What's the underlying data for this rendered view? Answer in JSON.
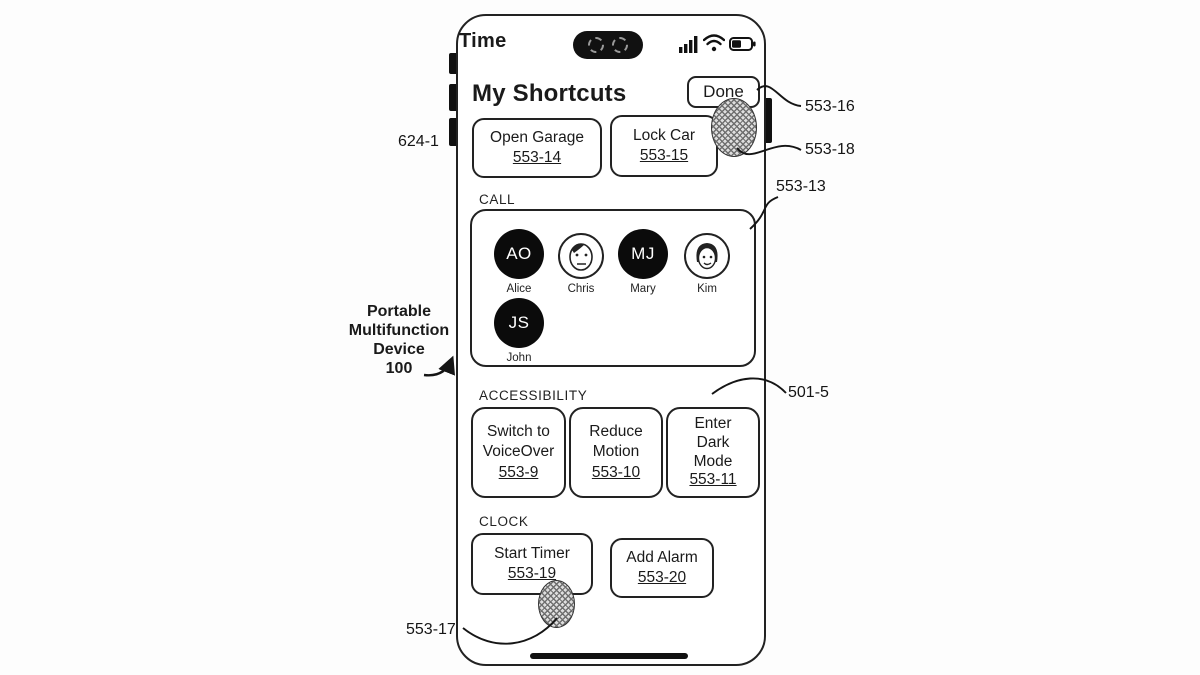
{
  "colors": {
    "ink": "#1a1a1a",
    "paper": "#ffffff",
    "avatar_fill": "#0b0b0b"
  },
  "status_bar": {
    "time": "Time",
    "icons": [
      "camera-cutout",
      "signal-bars-icon",
      "wifi-icon",
      "battery-icon"
    ]
  },
  "header": {
    "title": "My Shortcuts",
    "done_label": "Done"
  },
  "shortcuts": [
    {
      "label": "Open Garage",
      "ref": "553-14"
    },
    {
      "label": "Lock Car",
      "ref": "553-15"
    }
  ],
  "sections": {
    "call": {
      "title": "CALL",
      "ref": "553-13",
      "contacts": [
        {
          "initials": "AO",
          "name": "Alice",
          "style": "initials"
        },
        {
          "initials": "",
          "name": "Chris",
          "style": "photo-man"
        },
        {
          "initials": "MJ",
          "name": "Mary",
          "style": "initials"
        },
        {
          "initials": "",
          "name": "Kim",
          "style": "photo-woman"
        },
        {
          "initials": "JS",
          "name": "John",
          "style": "initials"
        }
      ]
    },
    "accessibility": {
      "title": "ACCESSIBILITY",
      "buttons": [
        {
          "label": "Switch to VoiceOver",
          "ref": "553-9"
        },
        {
          "label": "Reduce Motion",
          "ref": "553-10"
        },
        {
          "label": "Enter Dark Mode",
          "ref": "553-11"
        }
      ]
    },
    "clock": {
      "title": "CLOCK",
      "buttons": [
        {
          "label": "Start Timer",
          "ref": "553-19"
        },
        {
          "label": "Add Alarm",
          "ref": "553-20"
        }
      ]
    }
  },
  "annotations": {
    "device_name": "Portable Multifunction Device",
    "device_ref": "100",
    "side_button_ref": "624-1",
    "done_ref": "553-16",
    "touch_top_ref": "553-18",
    "call_ref": "553-13",
    "ui_ref": "501-5",
    "touch_bottom_ref": "553-17"
  }
}
